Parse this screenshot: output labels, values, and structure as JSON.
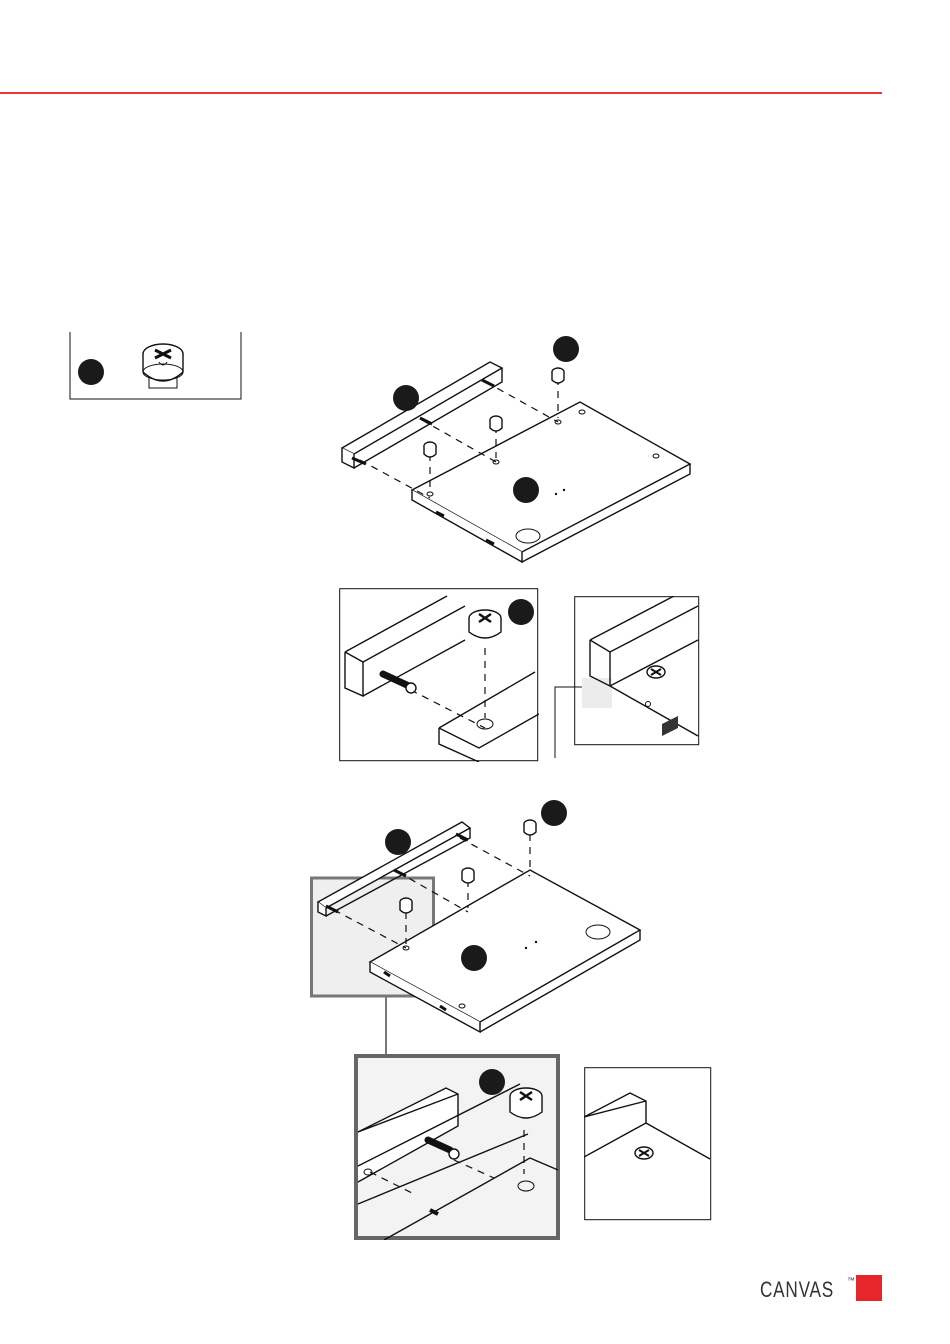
{
  "header": {
    "accent_color": "#e63a3a"
  },
  "parts_box": {
    "icon": "cam-lock-icon"
  },
  "brand": {
    "name": "CANVAS",
    "mark": "™",
    "color": "#e6262b"
  },
  "figures": [
    {
      "name": "step-assembly-view-1"
    },
    {
      "name": "step-detail-view-1"
    },
    {
      "name": "step-result-view-1"
    },
    {
      "name": "step-assembly-view-2"
    },
    {
      "name": "step-detail-view-2"
    },
    {
      "name": "step-result-view-2"
    }
  ]
}
